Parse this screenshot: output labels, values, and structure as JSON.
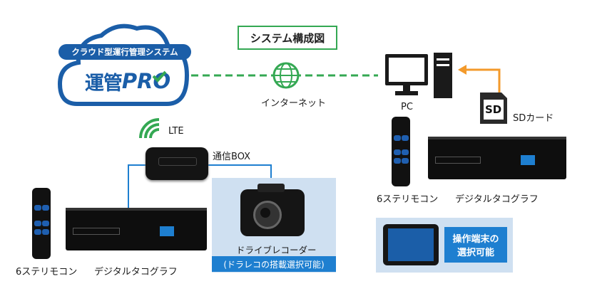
{
  "title": "システム構成図",
  "cloud": {
    "banner": "クラウド型運行管理システム",
    "logo_text": "運管",
    "logo_pro": "PRO"
  },
  "internet_label": "インターネット",
  "pc_label": "PC",
  "sd": {
    "card_text": "SD",
    "label": "SDカード"
  },
  "lte_label": "LTE",
  "comm_box_label": "通信BOX",
  "left_remote_label": "6ステリモコン",
  "left_tacho_label": "デジタルタコグラフ",
  "recorder_label": "ドライブレコーダー",
  "recorder_caption": "(ドラレコの搭載選択可能)",
  "right_remote_label": "6ステリモコン",
  "right_tacho_label": "デジタルタコグラフ",
  "terminal_caption_line1": "操作端末の",
  "terminal_caption_line2": "選択可能",
  "colors": {
    "green": "#34a853",
    "cloud_blue": "#1b5ea8",
    "accent_blue": "#1e7fd0",
    "orange": "#f39a2b",
    "panel_blue": "#cfe0f1"
  }
}
